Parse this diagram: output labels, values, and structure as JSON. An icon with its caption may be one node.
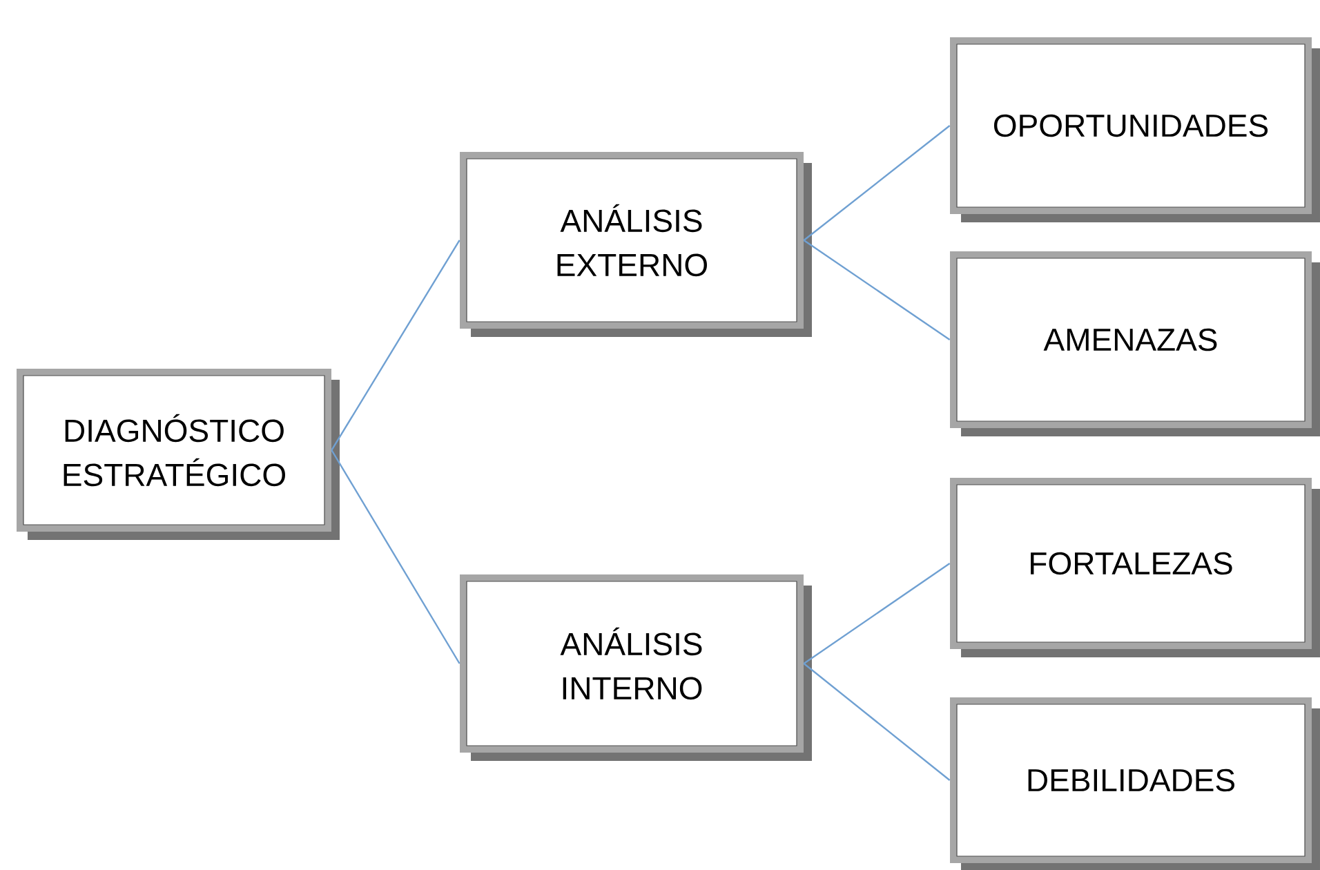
{
  "diagram": {
    "nodes": [
      {
        "text": [
          "DIAGNÓSTICO ESTRATÉGICO"
        ]
      },
      {
        "text": [
          "ANÁLISIS EXTERNO"
        ]
      },
      {
        "text": [
          "ANÁLISIS INTERNO"
        ]
      },
      {
        "text": [
          "OPORTUNIDADES"
        ]
      },
      {
        "text": [
          "AMENAZAS"
        ]
      },
      {
        "text": [
          "FORTALEZAS"
        ]
      },
      {
        "text": [
          "DEBILIDADES"
        ]
      }
    ],
    "edges": [
      {
        "from": 0,
        "to": 1,
        "arrow": "none"
      },
      {
        "from": 0,
        "to": 2,
        "arrow": "none"
      },
      {
        "from": 1,
        "to": 3,
        "arrow": "none"
      },
      {
        "from": 1,
        "to": 4,
        "arrow": "none"
      },
      {
        "from": 2,
        "to": 5,
        "arrow": "none"
      },
      {
        "from": 2,
        "to": 6,
        "arrow": "none"
      }
    ]
  }
}
